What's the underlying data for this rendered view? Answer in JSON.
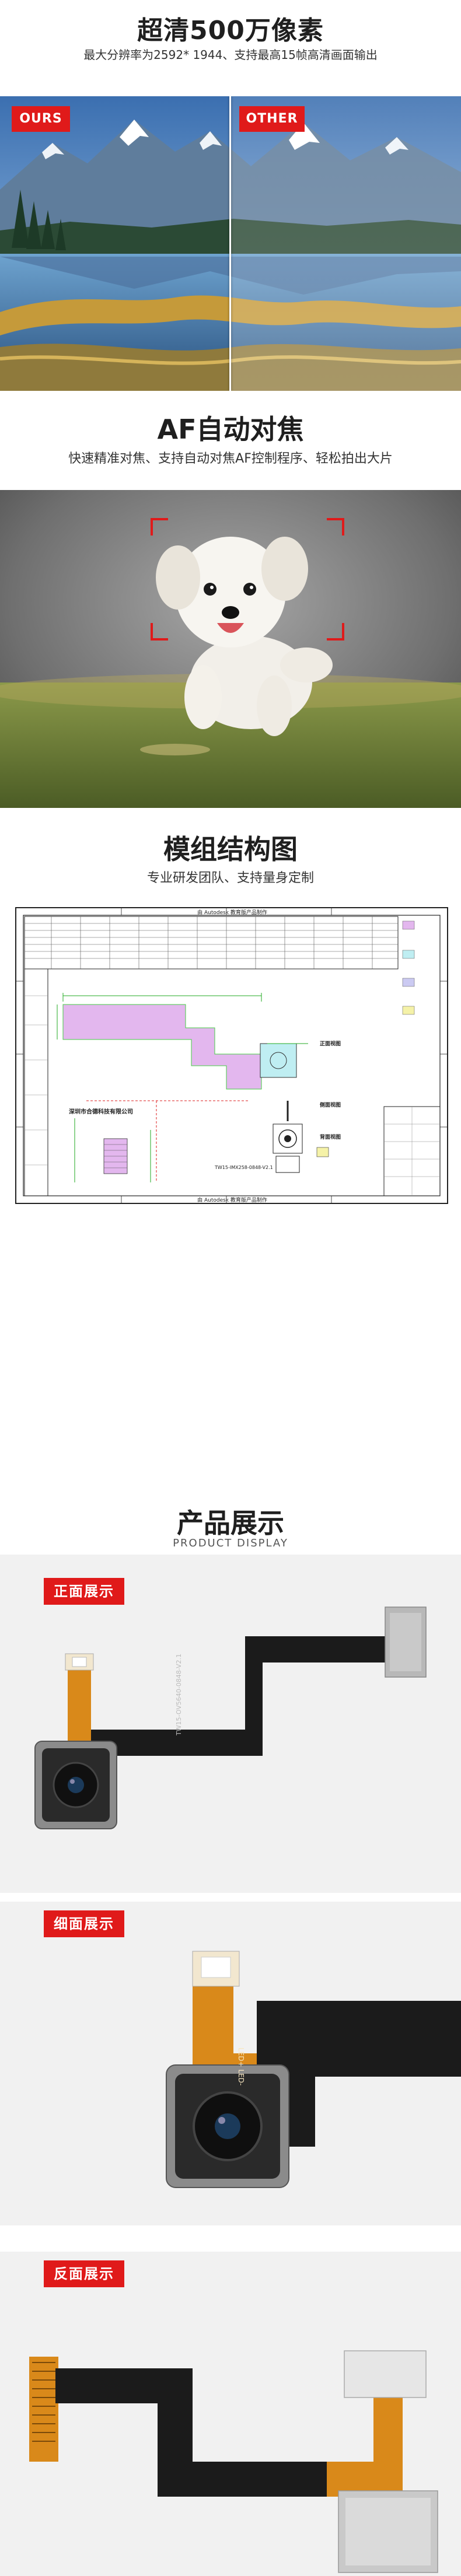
{
  "section1": {
    "title": "超清500万像素",
    "subtitle": "最大分辨率为2592* 1944、支持最高15帧高清画面输出",
    "tag_left": "OURS",
    "tag_right": "OTHER"
  },
  "section2": {
    "title": "AF自动对焦",
    "subtitle": "快速精准对焦、支持自动对焦AF控制程序、轻松拍出大片"
  },
  "section3": {
    "title": "模组结构图",
    "subtitle": "专业研发团队、支持量身定制",
    "drawing_header": "由 Autodesk 教育版产品制作",
    "drawing_footer": "由 Autodesk 教育版产品制作",
    "drawing_company": "深圳市合德科技有限公司",
    "drawing_model": "TW15-IMX258-0848-V2.1",
    "drawing_view_front": "正面视图",
    "drawing_view_side": "侧面视图",
    "drawing_view_back": "背面视图"
  },
  "section4": {
    "title": "产品展示",
    "subtitle": "PRODUCT DISPLAY",
    "tag_front": "正面展示",
    "tag_detail": "细面展示",
    "tag_back": "反面展示",
    "fpc_text": "TW15-OV5640-0848-V2.1",
    "led_text": "LED+ LED-"
  },
  "colors": {
    "accent_red": "#e01a1a",
    "fpc_orange": "#d9891a",
    "fpc_black": "#1b1b1b",
    "drawing_green": "#22aa22"
  }
}
